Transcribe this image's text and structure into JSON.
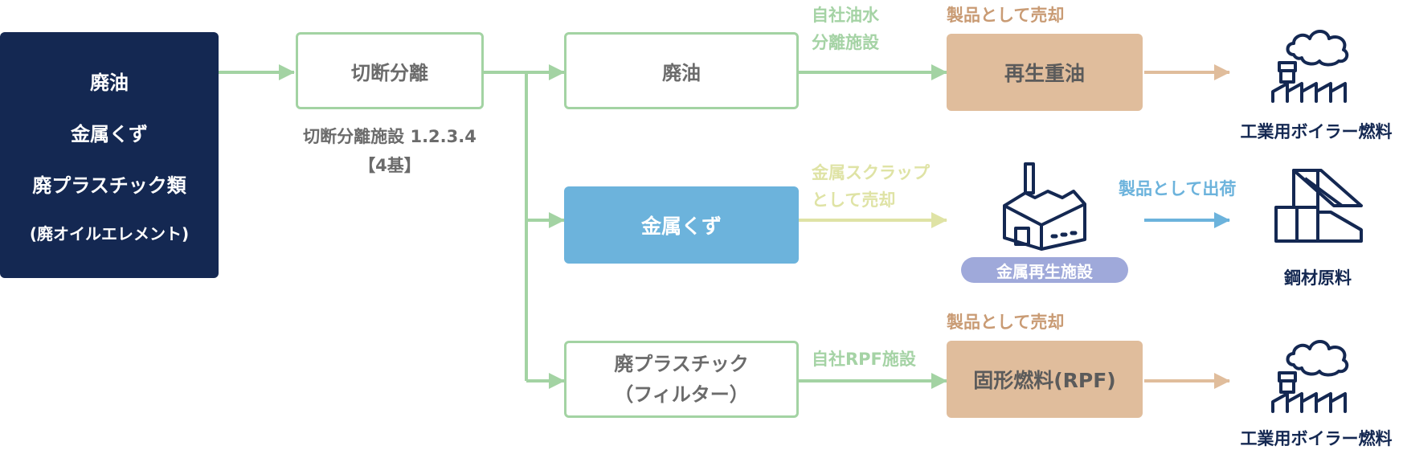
{
  "source": {
    "lines": [
      "廃油",
      "金属くず",
      "廃プラスチック類",
      "(廃オイルエレメント)"
    ]
  },
  "process": {
    "label": "切断分離",
    "caption_lines": [
      "切断分離施設 1.2.3.4",
      "【4基】"
    ]
  },
  "branches": {
    "oil": {
      "label": "廃油",
      "facility_lines": [
        "自社油水",
        "分離施設"
      ],
      "sale_label": "製品として売却",
      "product": "再生重油",
      "use": "工業用ボイラー燃料",
      "use_icon": "factory-smoke-icon"
    },
    "metal": {
      "label": "金属くず",
      "sale_lines": [
        "金属スクラップ",
        "として売却"
      ],
      "facility": "金属再生施設",
      "facility_icon": "factory-building-icon",
      "ship_label": "製品として出荷",
      "use": "鋼材原料",
      "use_icon": "steel-material-icon"
    },
    "plastic": {
      "label_lines": [
        "廃プラスチック",
        "（フィルター）"
      ],
      "facility": "自社RPF施設",
      "sale_label": "製品として売却",
      "product": "固形燃料(RPF)",
      "use": "工業用ボイラー燃料",
      "use_icon": "factory-smoke-icon"
    }
  },
  "colors": {
    "navy": "#142852",
    "green": "#a3d3a3",
    "blue": "#6cb3dc",
    "tan": "#e0bd9c",
    "yellow": "#dfe3a5",
    "lavender": "#9fa9da",
    "brown_text": "#c99b74"
  }
}
